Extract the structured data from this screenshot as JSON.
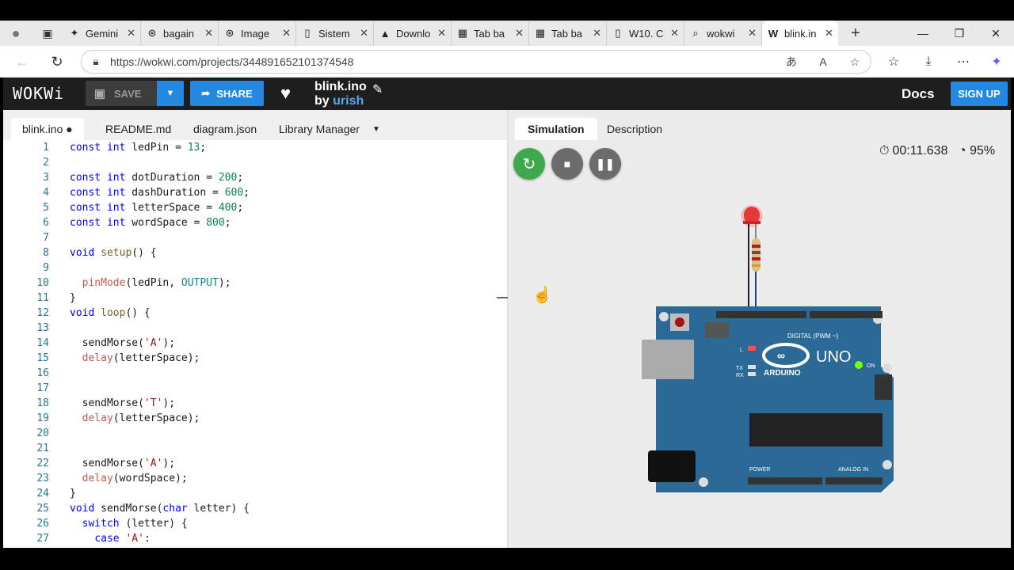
{
  "browser": {
    "tabs": [
      {
        "label": "Gemini",
        "icon": "gemini-icon"
      },
      {
        "label": "bagain",
        "icon": "openai-icon"
      },
      {
        "label": "Image",
        "icon": "openai-icon"
      },
      {
        "label": "Sistem",
        "icon": "document-icon"
      },
      {
        "label": "Downlo",
        "icon": "android-icon"
      },
      {
        "label": "Tab ba",
        "icon": "tab-icon"
      },
      {
        "label": "Tab ba",
        "icon": "tab-icon"
      },
      {
        "label": "W10. C",
        "icon": "document-icon"
      },
      {
        "label": "wokwi",
        "icon": "search-icon"
      }
    ],
    "active_tab": {
      "label": "blink.in",
      "icon": "wokwi-icon"
    },
    "url": "https://wokwi.com/projects/344891652101374548"
  },
  "wokwi": {
    "logo": "WOKWi",
    "save_label": "SAVE",
    "share_label": "SHARE",
    "project_name": "blink.ino",
    "by_label": "by",
    "author": "urish",
    "docs_label": "Docs",
    "signup_label": "SIGN UP"
  },
  "editor": {
    "tabs": [
      "blink.ino ●",
      "README.md",
      "diagram.json",
      "Library Manager"
    ],
    "lines": [
      {
        "n": "1"
      },
      {
        "n": "2"
      },
      {
        "n": "3"
      },
      {
        "n": "4"
      },
      {
        "n": "5"
      },
      {
        "n": "6"
      },
      {
        "n": "7"
      },
      {
        "n": "8"
      },
      {
        "n": "9"
      },
      {
        "n": "10"
      },
      {
        "n": "11"
      },
      {
        "n": "12"
      },
      {
        "n": "13"
      },
      {
        "n": "14"
      },
      {
        "n": "15"
      },
      {
        "n": "16"
      },
      {
        "n": "17"
      },
      {
        "n": "18"
      },
      {
        "n": "19"
      },
      {
        "n": "20"
      },
      {
        "n": "21"
      },
      {
        "n": "22"
      },
      {
        "n": "23"
      },
      {
        "n": "24"
      },
      {
        "n": "25"
      },
      {
        "n": "26"
      },
      {
        "n": "27"
      }
    ],
    "code": {
      "l1": [
        "const int ledPin = ",
        "13",
        ";"
      ],
      "l3": [
        "const int dotDuration = ",
        "200",
        ";"
      ],
      "l4": [
        "const int dashDuration = ",
        "600",
        ";"
      ],
      "l5": [
        "const int letterSpace = ",
        "400",
        ";"
      ],
      "l6": [
        "const int wordSpace = ",
        "800",
        ";"
      ],
      "l8": [
        "void ",
        "setup",
        "() {"
      ],
      "l10": [
        "  ",
        "pinMode",
        "(ledPin, ",
        "OUTPUT",
        ");"
      ],
      "l11": [
        "}"
      ],
      "l12": [
        "void ",
        "loop",
        "() {"
      ],
      "l14": [
        "  sendMorse(",
        "'A'",
        ");"
      ],
      "l15": [
        "  ",
        "delay",
        "(letterSpace);"
      ],
      "l18": [
        "  sendMorse(",
        "'T'",
        ");"
      ],
      "l19": [
        "  ",
        "delay",
        "(letterSpace);"
      ],
      "l22": [
        "  sendMorse(",
        "'A'",
        ");"
      ],
      "l23": [
        "  ",
        "delay",
        "(wordSpace);"
      ],
      "l24": [
        "}"
      ],
      "l25": [
        "void ",
        "sendMorse(",
        "char",
        " letter) {"
      ],
      "l26": [
        "  ",
        "switch",
        " (letter) {"
      ],
      "l27": [
        "    ",
        "case",
        " ",
        "'A'",
        ":"
      ]
    }
  },
  "simulation": {
    "tabs": [
      "Simulation",
      "Description"
    ],
    "timer": "00:11.638",
    "speed": "95%",
    "board": {
      "name": "UNO",
      "brand": "ARDUINO",
      "on_label": "ON",
      "digital_label": "DIGITAL (PWM ~)",
      "power_label": "POWER",
      "analog_label": "ANALOG IN",
      "tx_label": "TX",
      "rx_label": "RX",
      "l_label": "L",
      "color": "#2b6a96"
    }
  },
  "colors": {
    "accent": "#2389e0",
    "restart": "#3fa84a",
    "control": "#6c6c6c",
    "led": "#e53935"
  }
}
